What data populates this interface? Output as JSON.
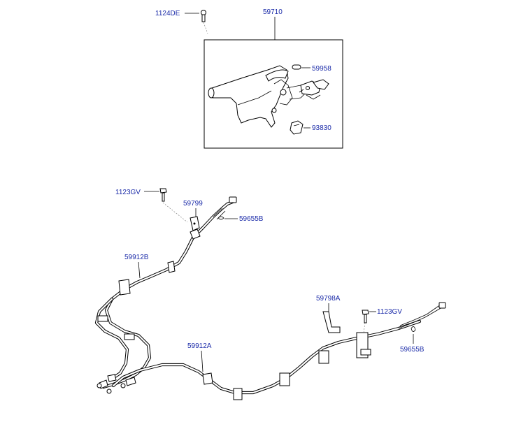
{
  "labels": {
    "p1124DE": "1124DE",
    "p59710": "59710",
    "p59958": "59958",
    "p93830": "93830",
    "p1123GV_left": "1123GV",
    "p59799": "59799",
    "p59655B_left": "59655B",
    "p59912B": "59912B",
    "p59798A": "59798A",
    "p1123GV_right": "1123GV",
    "p59655B_right": "59655B",
    "p59912A": "59912A"
  },
  "colors": {
    "label": "#1a2aa8",
    "line": "#000000"
  }
}
